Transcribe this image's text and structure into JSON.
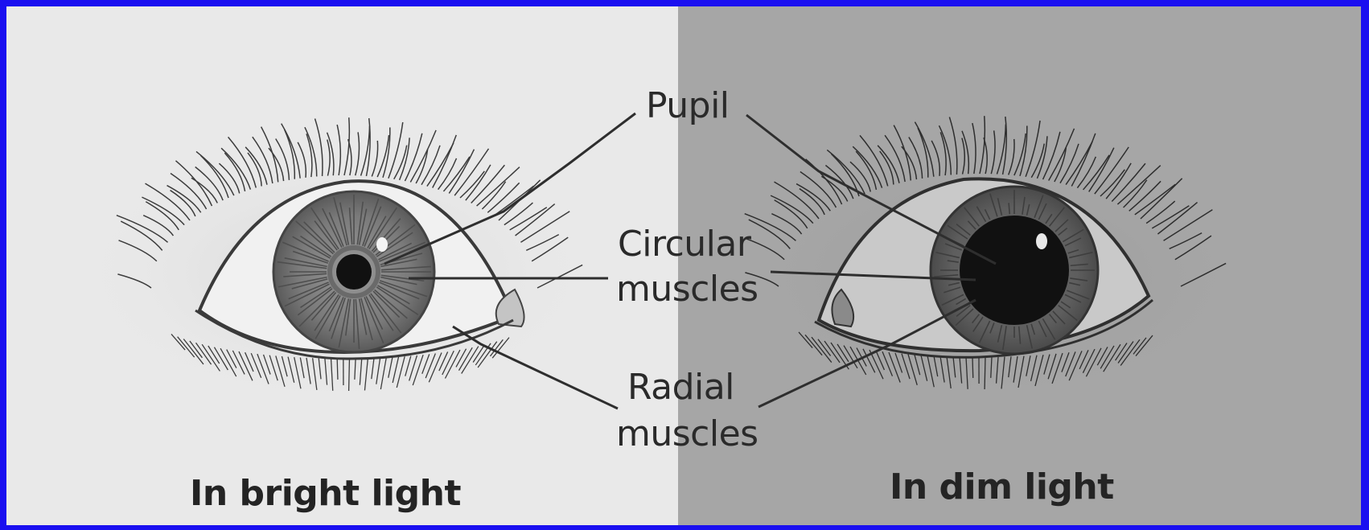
{
  "diagram": {
    "labels": {
      "pupil": "Pupil",
      "circular_line1": "Circular",
      "circular_line2": "muscles",
      "radial_line1": "Radial",
      "radial_line2": "muscles"
    },
    "captions": {
      "left": "In bright light",
      "right": "In dim light"
    },
    "panels": [
      {
        "name": "bright-light",
        "pupil_state": "constricted"
      },
      {
        "name": "dim-light",
        "pupil_state": "dilated"
      }
    ],
    "colors": {
      "border": "#1a0ff0",
      "left_background": "#e9e9e9",
      "right_background": "#a6a6a6",
      "iris_left": "#777777",
      "iris_right": "#5c5c5c",
      "pupil": "#111111"
    }
  }
}
